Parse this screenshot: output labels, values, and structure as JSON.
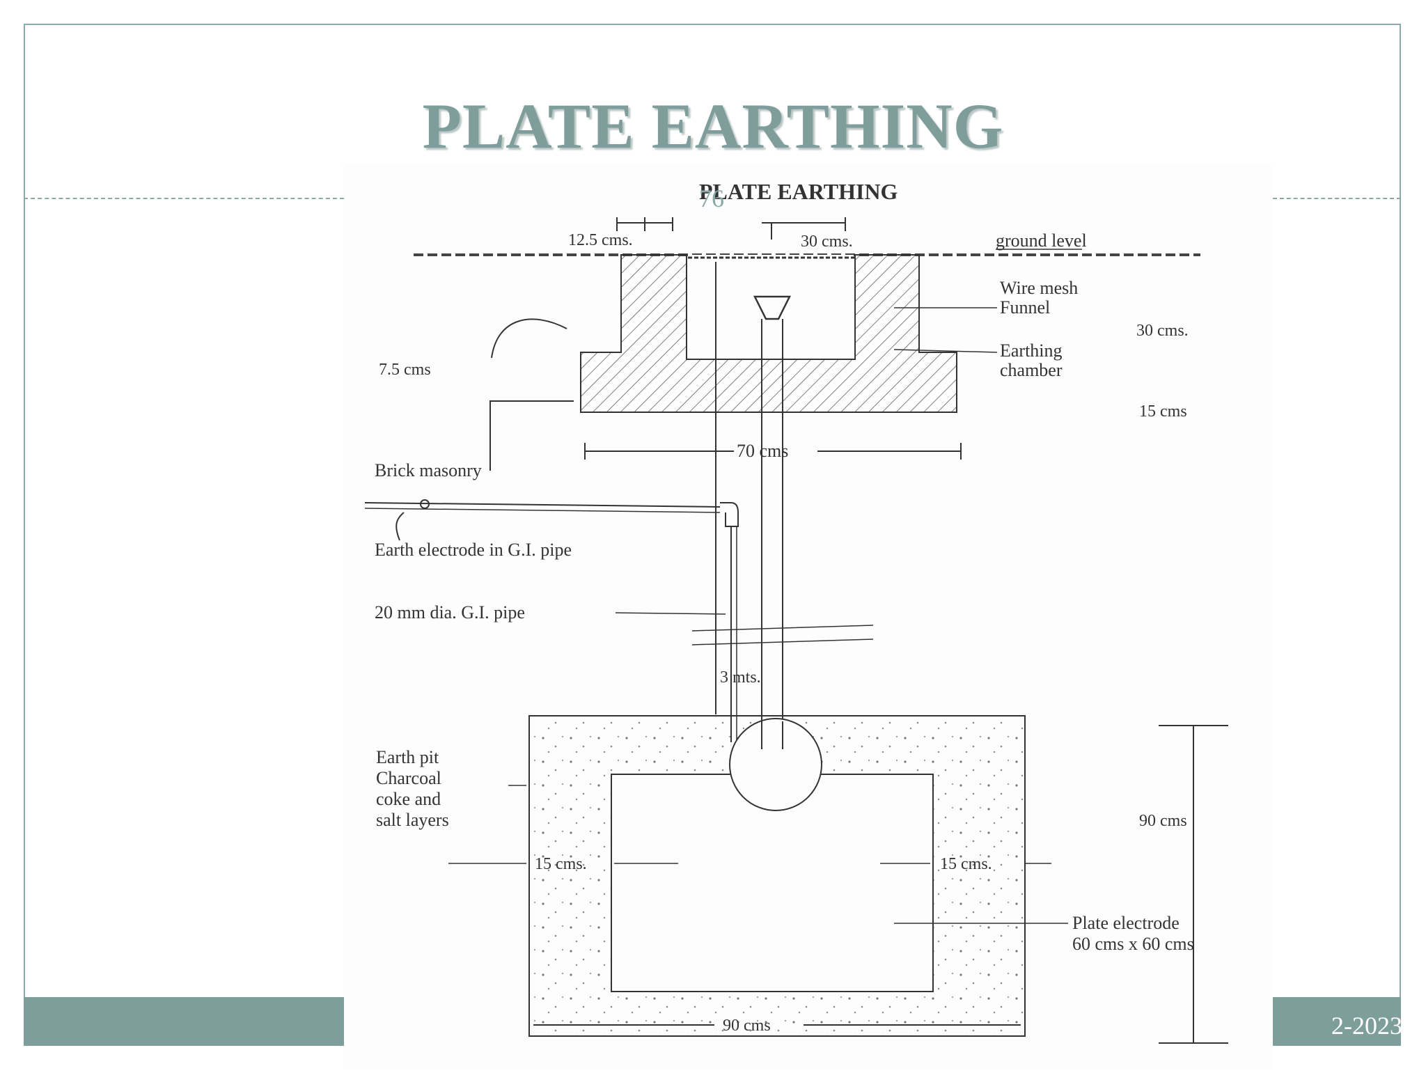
{
  "slide": {
    "title": "PLATE EARTHING",
    "page_number": "76",
    "footer_date": "2-2023"
  },
  "diagram": {
    "heading": "PLATE EARTHING",
    "labels": {
      "dim_12_5": "12.5 cms.",
      "dim_30_top": "30 cms.",
      "ground_level": "ground level",
      "wire_mesh": "Wire mesh",
      "funnel": "Funnel",
      "dim_30_right": "30 cms.",
      "earthing": "Earthing",
      "chamber": "chamber",
      "dim_7_5": "7.5 cms",
      "dim_15_right": "15 cms",
      "dim_70": "70 cms",
      "brick_masonry": "Brick masonry",
      "earth_electrode": "Earth electrode in G.I. pipe",
      "gi_pipe": "20 mm dia. G.I. pipe",
      "dim_3m": "3 mts.",
      "earth_pit": "Earth pit",
      "charcoal": "Charcoal",
      "coke_and": "coke and",
      "salt_layers": "salt layers",
      "dim_90_right": "90 cms",
      "dim_15_left": "15 cms.",
      "dim_15_inner_right": "15 cms.",
      "plate_electrode": "Plate electrode",
      "plate_size": "60 cms x 60 cms",
      "dim_90_bottom": "90 cms"
    }
  }
}
